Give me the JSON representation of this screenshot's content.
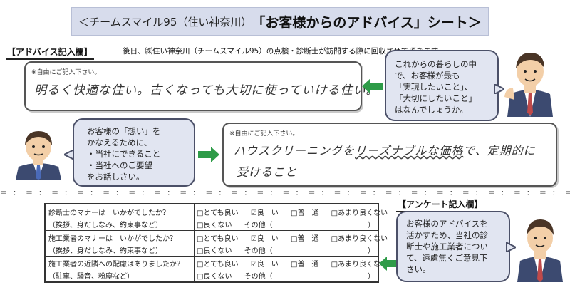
{
  "header": {
    "title_prefix": "＜チームスマイル95（住い神奈川）",
    "title_main": "「お客様からのアドバイス」シート＞"
  },
  "advice_section": {
    "label": "【アドバイス記入欄】",
    "subtitle": "後日、㈱住い神奈川（チームスマイル95）の点検・診断士が訪問する際に回収させて頂きます。"
  },
  "panel1": {
    "note": "※自由にご記入下さい。",
    "handwriting": "明るく快適な住い。古くなっても大切に使っていける住い。"
  },
  "bubble1": {
    "lines": [
      "これからの暮らしの中",
      "で、お客様が最も",
      "「実現したいこと」、",
      "「大切にしたいこと」",
      "はなんでしょうか。"
    ]
  },
  "bubble2": {
    "lines": [
      "お客様の「想い」を",
      "かなえるために、",
      "・当社にできること",
      "・当社へのご要望",
      "をお話しさい。"
    ]
  },
  "panel2": {
    "note": "※自由にご記入下さい。",
    "handwriting_line1_a": "ハウスクリーニングを",
    "handwriting_line1_b": "リーズナブルな価格",
    "handwriting_line1_c": "で、定期的に",
    "handwriting_line2": "受けること"
  },
  "survey_section": {
    "label": "【アンケート記入欄】"
  },
  "survey": {
    "rows": [
      {
        "q1": "診断士のマナーは　いかがでしたか？",
        "q2": "（挨拶、身だしなみ、約束事など）",
        "opts1": [
          "□とても良い",
          "☑良　い",
          "□普　通",
          "□あまり良くない"
        ],
        "opts2": [
          "□良くない",
          "その他（"
        ],
        "close": "）"
      },
      {
        "q1": "施工業者のマナーは　いかがでしたか？",
        "q2": "（挨拶、身だしなみ、約束事など）",
        "opts1": [
          "□とても良い",
          "☑良　い",
          "□普　通",
          "□あまり良くない"
        ],
        "opts2": [
          "□良くない",
          "その他（"
        ],
        "close": "）"
      },
      {
        "q1": "施工業者の近隣への配慮はありましたか？",
        "q2": "（駐車、騒音、粉塵など）",
        "opts1": [
          "□とても良い",
          "☑良　い",
          "□普　通",
          "□あまり良くない"
        ],
        "opts2": [
          "□良くない",
          "その他（"
        ],
        "close": "）"
      }
    ]
  },
  "bubble3": {
    "lines": [
      "お客様のアドバイスを",
      "活かすため、当社の診",
      "断士や施工業者につい",
      "て、遠慮無くご意見下",
      "さい。"
    ]
  },
  "colors": {
    "bubble_fill": "#e1e5f1",
    "arrow_green": "#2e9b48",
    "title_fill": "#d7dcec"
  },
  "icons": {
    "person": "man-in-suit-icon",
    "arrow": "green-arrow-icon"
  }
}
